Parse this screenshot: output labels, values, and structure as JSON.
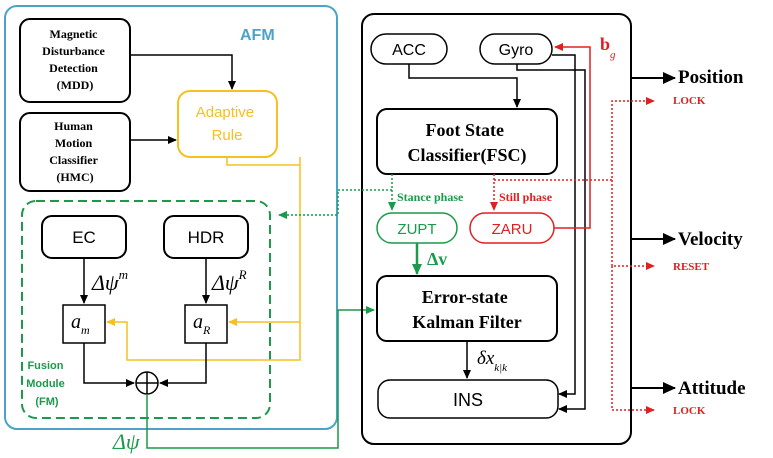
{
  "afm": {
    "title": "AFM",
    "mdd": [
      "Magnetic",
      "Disturbance",
      "Detection",
      "(MDD)"
    ],
    "hmc": [
      "Human",
      "Motion",
      "Classifier",
      "(HMC)"
    ],
    "adaptive_rule": [
      "Adaptive",
      "Rule"
    ],
    "ec": "EC",
    "hdr": "HDR",
    "delta_psi_m": "Δψ",
    "delta_psi_m_sup": "m",
    "delta_psi_r": "Δψ",
    "delta_psi_r_sup": "R",
    "a_m": "a",
    "a_m_sub": "m",
    "a_r": "a",
    "a_r_sub": "R",
    "fusion_module": [
      "Fusion",
      "Module",
      "(FM)"
    ],
    "fusion_output": "Δψ"
  },
  "ins_side": {
    "acc": "ACC",
    "gyro": "Gyro",
    "fsc": [
      "Foot State",
      "Classifier(FSC)"
    ],
    "stance_phase": "Stance phase",
    "still_phase": "Still phase",
    "zupt": "ZUPT",
    "zaru": "ZARU",
    "delta_v": "Δv",
    "ekf": [
      "Error-state",
      "Kalman Filter"
    ],
    "delta_x": "δx",
    "delta_x_sub": "k|k",
    "ins": "INS",
    "bias": "b",
    "bias_sub": "g"
  },
  "outputs": {
    "position": "Position",
    "position_note": "LOCK",
    "velocity": "Velocity",
    "velocity_note": "RESET",
    "attitude": "Attitude",
    "attitude_note": "LOCK"
  },
  "colors": {
    "afm_border": "#4aa3c8",
    "adaptive": "#f5c020",
    "fusion_green": "#1a9a4a",
    "zaru_red": "#e02020",
    "black": "#000000"
  }
}
